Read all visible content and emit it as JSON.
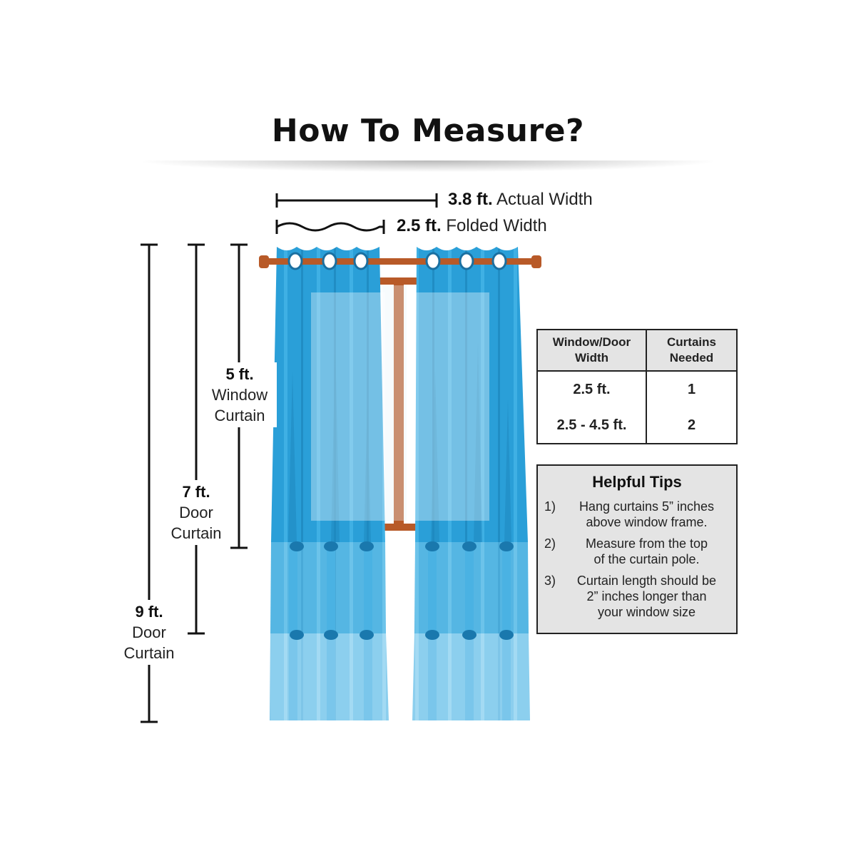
{
  "title": "How To Measure?",
  "widths": {
    "actual": {
      "value": "3.8 ft.",
      "label": "Actual Width"
    },
    "folded": {
      "value": "2.5 ft.",
      "label": "Folded Width"
    }
  },
  "heights": {
    "window": {
      "value": "5 ft.",
      "line1": "Window",
      "line2": "Curtain"
    },
    "door7": {
      "value": "7 ft.",
      "line1": "Door",
      "line2": "Curtain"
    },
    "door9": {
      "value": "9 ft.",
      "line1": "Door",
      "line2": "Curtain"
    }
  },
  "table": {
    "headers": [
      {
        "line1": "Window/Door",
        "line2": "Width"
      },
      {
        "line1": "Curtains",
        "line2": "Needed"
      }
    ],
    "rows": [
      {
        "width": "2.5 ft.",
        "needed": "1"
      },
      {
        "width": "2.5 - 4.5 ft.",
        "needed": "2"
      }
    ]
  },
  "tips": {
    "title": "Helpful Tips",
    "items": [
      {
        "num": "1)",
        "line1": "Hang curtains 5” inches",
        "line2": "above window frame."
      },
      {
        "num": "2)",
        "line1": "Measure from the top",
        "line2": "of the curtain pole."
      },
      {
        "num": "3)",
        "line1": "Curtain length should be",
        "line2": "2” inches longer than",
        "line3": "your window size"
      }
    ]
  },
  "colors": {
    "curtain": "#2a9fd8",
    "curtain_mid": "#55b6e3",
    "curtain_light": "#8ccfee",
    "rod": "#b85a28",
    "line": "#111111"
  }
}
